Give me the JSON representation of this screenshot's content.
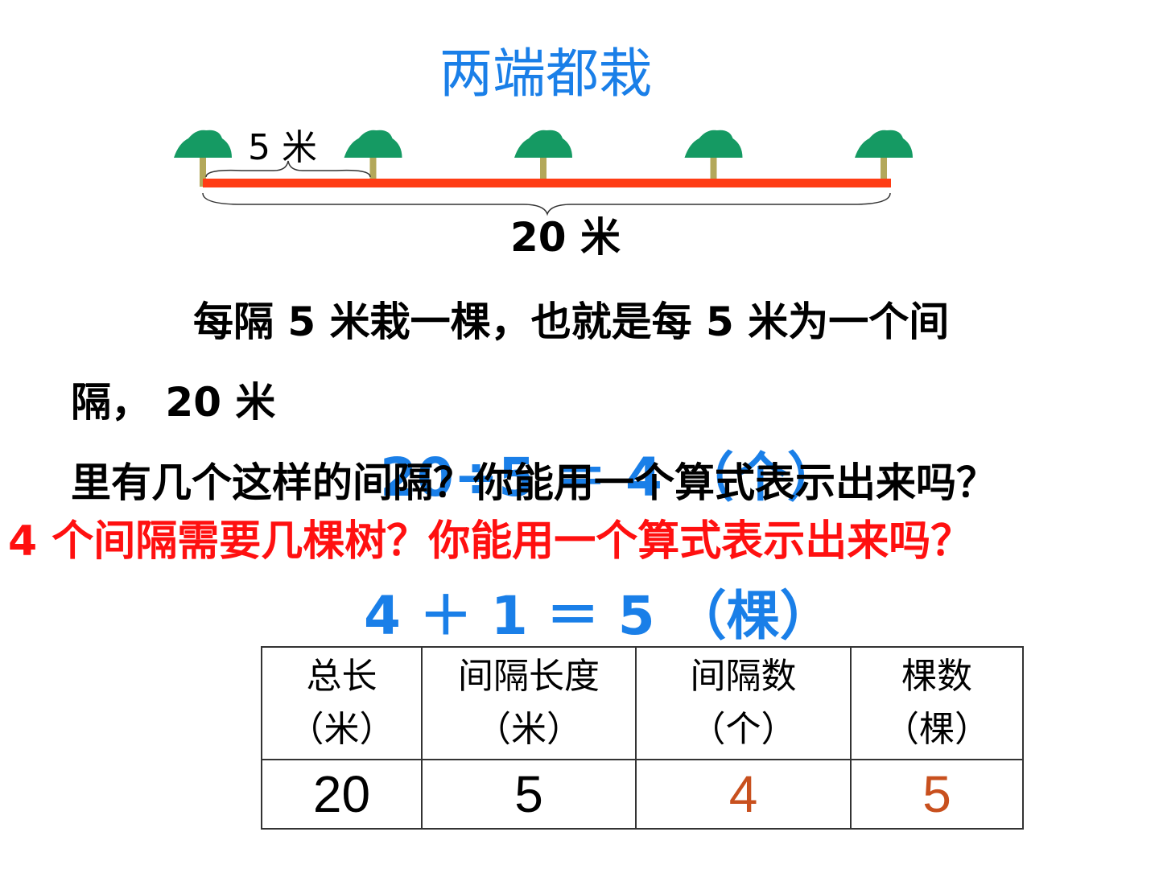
{
  "title": "两端都栽",
  "diagram": {
    "segment_label": "5 米",
    "total_label": "20 米",
    "tree_count": 5,
    "colors": {
      "road": "#ff3c14",
      "tree_crown": "#159a63",
      "trunk": "#b3a85a"
    }
  },
  "text": {
    "line1": "每隔 5 米栽一棵，也就是每 5 米为一个间",
    "line2": "隔， 20 米",
    "line3": "里有几个这样的间隔？你能用一个算式表示出来吗？",
    "formula1": "20÷5 ＝ 4 （个）",
    "question": "4 个间隔需要几棵树？你能用一个算式表示出来吗？",
    "formula2": "4 ＋ 1 ＝ 5 （棵）"
  },
  "table": {
    "headers": [
      {
        "name": "总长",
        "unit": "（米）"
      },
      {
        "name": "间隔长度",
        "unit": "（米）"
      },
      {
        "name": "间隔数",
        "unit": "（个）"
      },
      {
        "name": "棵数",
        "unit": "（棵）"
      }
    ],
    "values": [
      "20",
      "5",
      "4",
      "5"
    ],
    "value_colors": [
      "#000000",
      "#000000",
      "#c8501e",
      "#c8501e"
    ]
  }
}
